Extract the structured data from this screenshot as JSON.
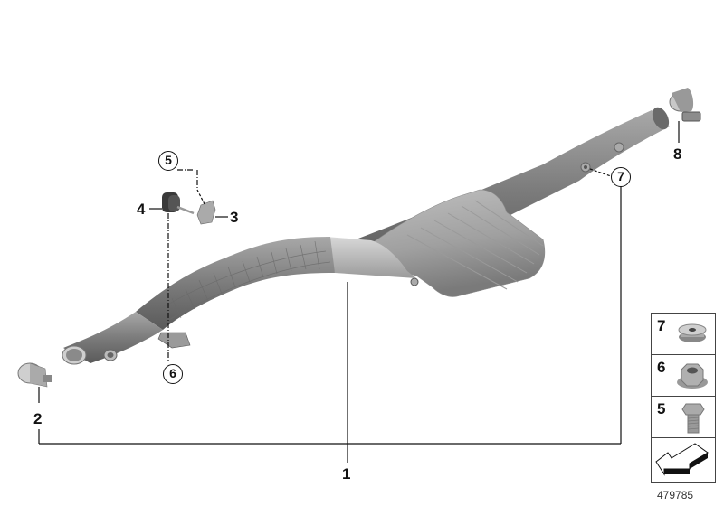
{
  "diagram": {
    "type": "exploded-parts-diagram",
    "subject": "Exhaust front pipe with catalytic converter / diesel particulate filter",
    "diagram_id": "479785"
  },
  "callouts": [
    {
      "id": "1",
      "label": "1",
      "style": "plain",
      "part": "front-pipe-with-catalytic-converter"
    },
    {
      "id": "2",
      "label": "2",
      "style": "plain",
      "part": "clamp-front"
    },
    {
      "id": "3",
      "label": "3",
      "style": "plain",
      "part": "mounting-bracket"
    },
    {
      "id": "4",
      "label": "4",
      "style": "plain",
      "part": "rubber-mount"
    },
    {
      "id": "5",
      "label": "5",
      "style": "circled",
      "part": "hex-bolt"
    },
    {
      "id": "6",
      "label": "6",
      "style": "circled",
      "part": "hex-flange-nut"
    },
    {
      "id": "7",
      "label": "7",
      "style": "circled",
      "part": "sensor-plug"
    },
    {
      "id": "8",
      "label": "8",
      "style": "plain",
      "part": "clamp-rear"
    }
  ],
  "legend": {
    "items": [
      {
        "num": "7",
        "icon": "plug-icon"
      },
      {
        "num": "6",
        "icon": "hex-nut-icon"
      },
      {
        "num": "5",
        "icon": "hex-bolt-icon"
      }
    ],
    "direction_icon": "direction-arrow-icon"
  },
  "colors": {
    "part_fill": "#8a8a8a",
    "part_dark": "#5e5e5e",
    "part_light": "#c9c9c9",
    "line": "#111111",
    "background": "#ffffff"
  }
}
